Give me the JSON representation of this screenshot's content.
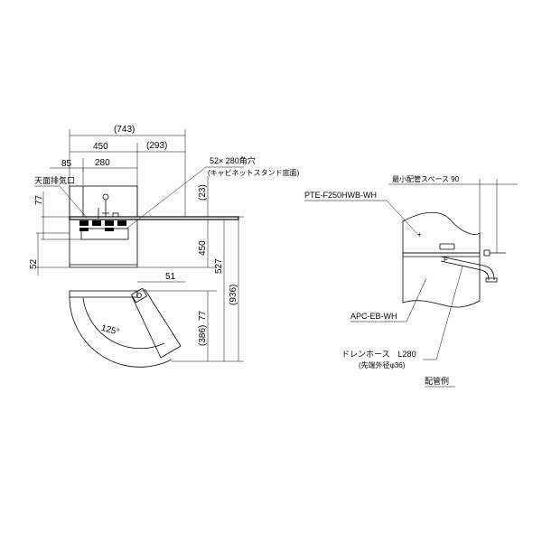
{
  "front_view": {
    "dims": {
      "overall_width": "(743)",
      "width": "450",
      "right_offset": "(293)",
      "left_offset": "85",
      "vent_width": "280",
      "vent_height": "77",
      "side_52": "52",
      "top_23": "(23)",
      "height_450": "450",
      "height_527": "527",
      "height_936": "(936)",
      "lower_77": "77",
      "lower_386": "(386)",
      "gap_51": "51",
      "door_angle": "125°"
    },
    "labels": {
      "top_vent": "天面排気口",
      "hole_size": "52× 280角穴",
      "hole_note": "(キャビネットスタンド底面)"
    }
  },
  "piping_example": {
    "labels": {
      "min_space": "最小配管スペース 90",
      "model": "PTE-F250HWB-WH",
      "stand_model": "APC-EB-WH",
      "drain_hose": "ドレンホース　L280",
      "hose_note": "(先端外径φ36)",
      "caption": "配管例"
    }
  }
}
